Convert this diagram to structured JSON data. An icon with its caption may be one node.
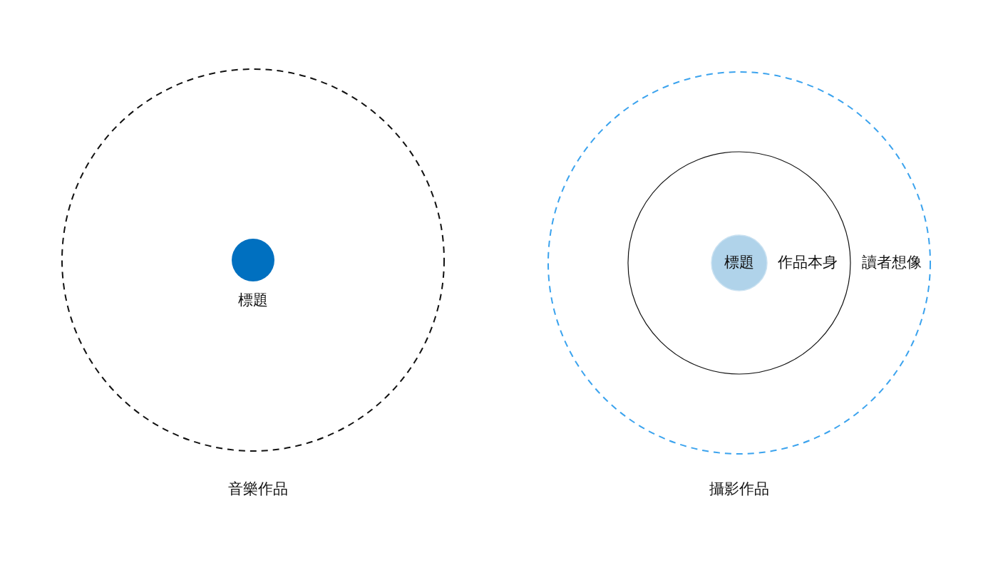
{
  "diagram": {
    "nodes": [
      {
        "text": [
          "音樂作品"
        ]
      },
      {
        "text": [
          "標題"
        ],
        "in": 0
      },
      {
        "text": [
          "讀者想像",
          "攝影作品"
        ]
      },
      {
        "text": [
          "作品本身"
        ],
        "in": 2
      },
      {
        "text": [
          "標題"
        ],
        "in": 3
      }
    ]
  }
}
